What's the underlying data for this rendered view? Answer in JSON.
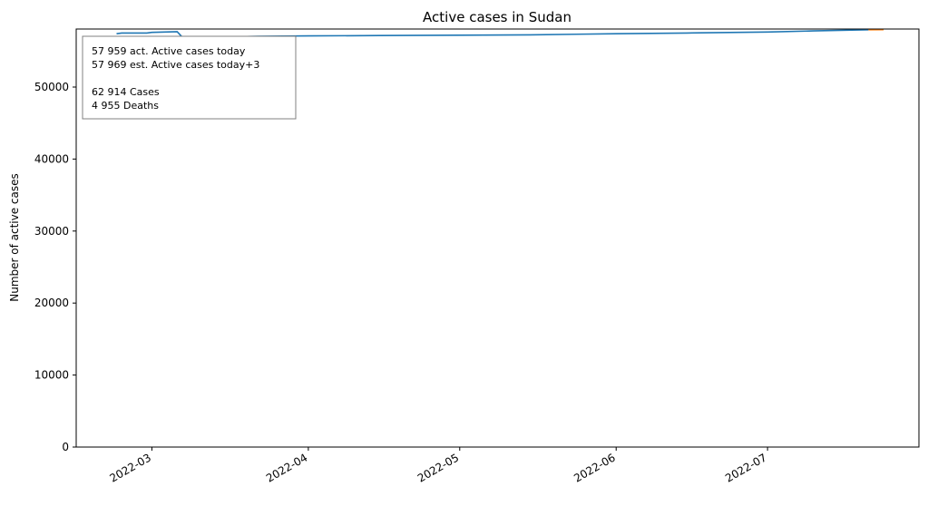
{
  "chart_data": {
    "type": "line",
    "title": "Active cases in Sudan",
    "xlabel": "",
    "ylabel": "Number of active cases",
    "xlim": [
      "2022-02-14",
      "2022-07-31"
    ],
    "ylim": [
      0,
      58060
    ],
    "grid": false,
    "x_ticks": [
      "2022-03",
      "2022-04",
      "2022-05",
      "2022-06",
      "2022-07"
    ],
    "x_tick_dates": [
      "2022-03-01",
      "2022-04-01",
      "2022-05-01",
      "2022-06-01",
      "2022-07-01"
    ],
    "y_ticks": [
      0,
      10000,
      20000,
      30000,
      40000,
      50000
    ],
    "series": [
      {
        "name": "Active cases",
        "color": "#1f77b4",
        "x": [
          "2022-02-22",
          "2022-02-23",
          "2022-02-28",
          "2022-03-01",
          "2022-03-06",
          "2022-03-07",
          "2022-03-15",
          "2022-03-22",
          "2022-04-01",
          "2022-04-15",
          "2022-05-01",
          "2022-05-15",
          "2022-06-01",
          "2022-06-15",
          "2022-07-01",
          "2022-07-10",
          "2022-07-21"
        ],
        "y": [
          57400,
          57500,
          57500,
          57600,
          57700,
          56950,
          56950,
          57050,
          57100,
          57150,
          57200,
          57250,
          57400,
          57500,
          57650,
          57800,
          57959
        ]
      },
      {
        "name": "Estimate",
        "color": "#ff7f0e",
        "x": [
          "2022-07-21",
          "2022-07-24"
        ],
        "y": [
          57959,
          57969
        ]
      }
    ],
    "annotation": {
      "lines": [
        "57 959 act. Active cases today",
        "57 969 est. Active cases today+3",
        "",
        "62 914 Cases",
        "4 955 Deaths"
      ]
    }
  }
}
